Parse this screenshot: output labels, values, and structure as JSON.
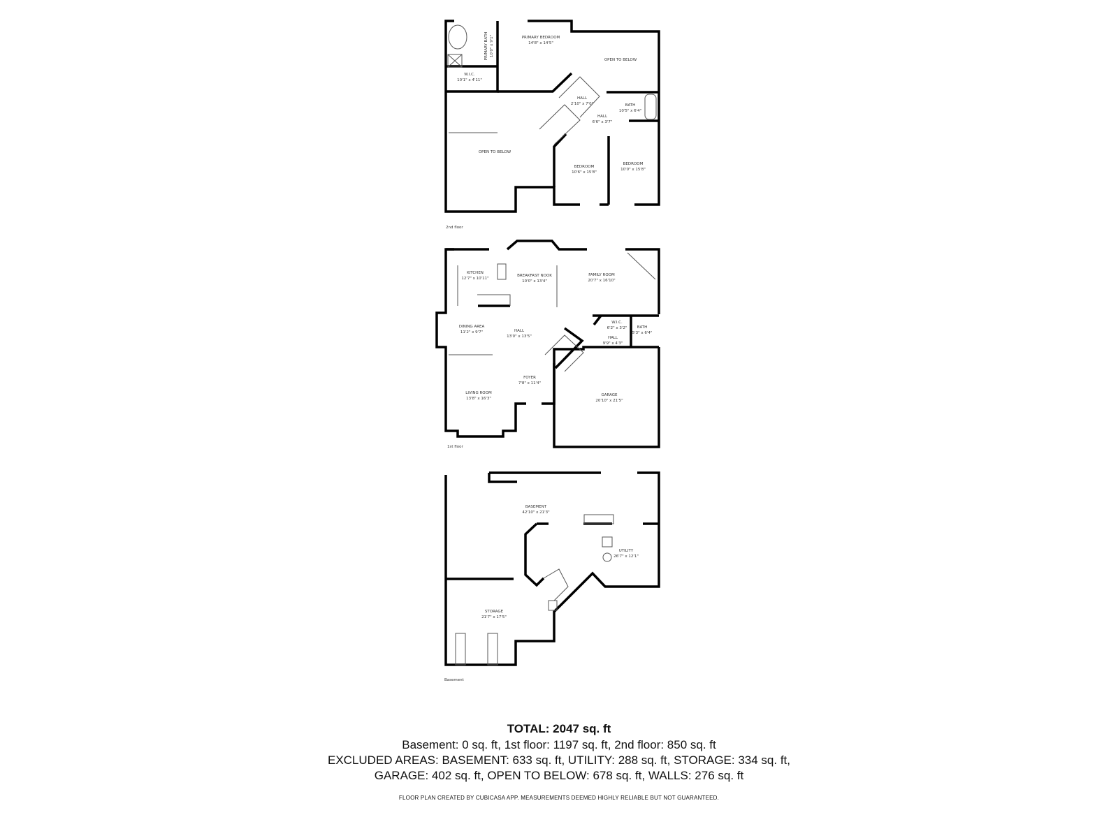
{
  "floors": {
    "second": {
      "label": "2nd floor",
      "rooms": [
        {
          "name": "PRIMARY BEDROOM",
          "size": "14'8\" x 14'5\""
        },
        {
          "name": "OPEN TO BELOW",
          "size": ""
        },
        {
          "name": "PRIMARY BATH",
          "size": "10'0\" x 9'1\""
        },
        {
          "name": "W.I.C.",
          "size": "10'1\" x 4'11\""
        },
        {
          "name": "HALL",
          "size": "2'10\" x 7'0\""
        },
        {
          "name": "BATH",
          "size": "10'5\" x 6'4\""
        },
        {
          "name": "HALL",
          "size": "6'6\" x 3'7\""
        },
        {
          "name": "OPEN TO BELOW",
          "size": ""
        },
        {
          "name": "BEDROOM",
          "size": "10'6\" x 15'8\""
        },
        {
          "name": "BEDROOM",
          "size": "10'0\" x 15'8\""
        }
      ]
    },
    "first": {
      "label": "1st floor",
      "rooms": [
        {
          "name": "KITCHEN",
          "size": "12'7\" x 10'11\""
        },
        {
          "name": "BREAKFAST NOOK",
          "size": "10'0\" x 13'4\""
        },
        {
          "name": "FAMILY ROOM",
          "size": "20'7\" x 16'10\""
        },
        {
          "name": "DINING AREA",
          "size": "11'2\" x 9'7\""
        },
        {
          "name": "HALL",
          "size": "13'0\" x 13'5\""
        },
        {
          "name": "W.I.C.",
          "size": "6'2\" x 3'2\""
        },
        {
          "name": "BATH",
          "size": "5'3\" x 6'4\""
        },
        {
          "name": "HALL",
          "size": "9'9\" x 4'3\""
        },
        {
          "name": "FOYER",
          "size": "7'8\" x 11'4\""
        },
        {
          "name": "LIVING ROOM",
          "size": "13'8\" x 16'3\""
        },
        {
          "name": "GARAGE",
          "size": "20'10\" x 21'5\""
        }
      ]
    },
    "basement": {
      "label": "Basement",
      "rooms": [
        {
          "name": "BASEMENT",
          "size": "42'10\" x 21'3\""
        },
        {
          "name": "UTILITY",
          "size": "26'7\" x 12'1\""
        },
        {
          "name": "STORAGE",
          "size": "21'7\" x 17'5\""
        }
      ]
    }
  },
  "summary": {
    "total": "TOTAL: 2047 sq. ft",
    "line1": "Basement: 0 sq. ft, 1st floor: 1197 sq. ft, 2nd floor: 850 sq. ft",
    "line2": "EXCLUDED AREAS: BASEMENT: 633 sq. ft, UTILITY: 288 sq. ft, STORAGE: 334 sq. ft,",
    "line3": "GARAGE: 402 sq. ft, OPEN TO BELOW: 678 sq. ft, WALLS: 276 sq. ft",
    "footer": "FLOOR PLAN CREATED BY CUBICASA APP. MEASUREMENTS DEEMED HIGHLY RELIABLE BUT NOT GUARANTEED."
  }
}
